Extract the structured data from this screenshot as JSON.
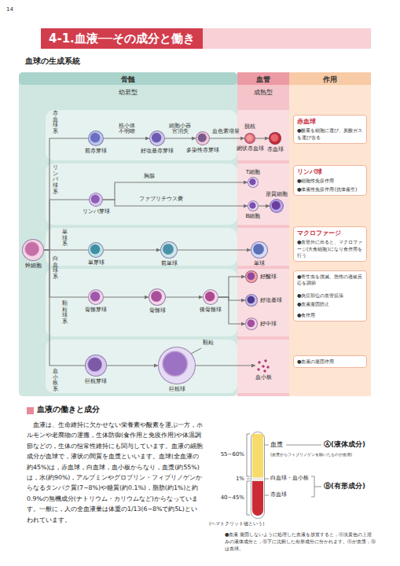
{
  "diagram": {
    "title": "4-1.血液──その成分と働き",
    "caption": "●血液 凝固しないように処理した血液を放置すると，Ⓐ淡黄色の上澄みの液体成分と，Ⓑ下に沈殿した有形成分に分かれます。Ⓐが血漿，Ⓑは血球。",
    "nodes": [
      {
        "text": [
          "骨髄",
          "幼若型"
        ]
      },
      {
        "text": [
          "血管",
          "成熟型"
        ]
      },
      {
        "text": [
          "作用"
        ]
      },
      {
        "text": [
          "幹細胞"
        ],
        "in": 0
      },
      {
        "text": [
          "前赤芽球"
        ],
        "in": 0
      },
      {
        "text": [
          "好塩基赤芽球"
        ],
        "in": 0
      },
      {
        "text": [
          "多染性赤芽球"
        ],
        "in": 0
      },
      {
        "text": [
          "網状赤血球"
        ],
        "in": 1
      },
      {
        "text": [
          "赤血球"
        ],
        "in": 1
      },
      {
        "text": [
          "赤血球",
          "●酸素を細胞に運び、炭酸ガスを運び去る"
        ],
        "in": 2
      },
      {
        "text": [
          "リンパ芽球"
        ],
        "in": 0
      },
      {
        "text": [
          "T細胞"
        ],
        "in": 1
      },
      {
        "text": [
          "B細胞"
        ],
        "in": 1
      },
      {
        "text": [
          "形質細胞"
        ],
        "in": 1
      },
      {
        "text": [
          "リンパ球",
          "●細胞性免疫作用",
          "●体液性免疫作用(抗体産生)"
        ],
        "in": 2
      },
      {
        "text": [
          "単芽球"
        ],
        "in": 0
      },
      {
        "text": [
          "前単球"
        ],
        "in": 0
      },
      {
        "text": [
          "単球"
        ],
        "in": 1
      },
      {
        "text": [
          "マクロファージ",
          "●血管外に出ると、マクロファージ(大食細胞)になり食作用を行う"
        ],
        "in": 2
      },
      {
        "text": [
          "骨髄芽球"
        ],
        "in": 0
      },
      {
        "text": [
          "骨髄球"
        ],
        "in": 0
      },
      {
        "text": [
          "後骨髄球"
        ],
        "in": 0
      },
      {
        "text": [
          "好酸球"
        ],
        "in": 1
      },
      {
        "text": [
          "好塩基球"
        ],
        "in": 1
      },
      {
        "text": [
          "好中球"
        ],
        "in": 1
      },
      {
        "text": [
          "●寄生虫を撲滅、急性の過敏反応を調節",
          "●炎症部位の血管拡張",
          "●血液凝固防止",
          "●食作用"
        ],
        "in": 2
      },
      {
        "text": [
          "巨核芽球"
        ],
        "in": 0
      },
      {
        "text": [
          "巨核球"
        ],
        "in": 0
      },
      {
        "text": [
          "血小板"
        ],
        "in": 1
      },
      {
        "text": [
          "●血液の凝固作用"
        ],
        "in": 2
      }
    ],
    "edges": [
      {
        "from": 3,
        "to": 4,
        "arrow": "none"
      },
      {
        "from": 3,
        "to": 10,
        "arrow": "none"
      },
      {
        "from": 3,
        "to": 15,
        "arrow": "none"
      },
      {
        "from": 3,
        "to": 19,
        "arrow": "none"
      },
      {
        "from": 3,
        "to": 26,
        "arrow": "none"
      },
      {
        "from": 4,
        "to": 5,
        "label": "核小体不明瞭",
        "arrow": "to"
      },
      {
        "from": 5,
        "to": 6,
        "label": "細胞小器官消失",
        "arrow": "to"
      },
      {
        "from": 6,
        "to": 7,
        "label": "血色素増量",
        "arrow": "to"
      },
      {
        "from": 7,
        "to": 8,
        "arrow": "to"
      },
      {
        "from": 10,
        "to": 11,
        "label": "胸腺",
        "arrow": "to"
      },
      {
        "from": 10,
        "to": 12,
        "label": "ファブリチウス嚢",
        "arrow": "to"
      },
      {
        "from": 12,
        "to": 13,
        "arrow": "to"
      },
      {
        "from": 15,
        "to": 16,
        "arrow": "to"
      },
      {
        "from": 16,
        "to": 17,
        "arrow": "to"
      },
      {
        "from": 19,
        "to": 20,
        "arrow": "to"
      },
      {
        "from": 20,
        "to": 21,
        "arrow": "to"
      },
      {
        "from": 21,
        "to": 22,
        "arrow": "to"
      },
      {
        "from": 21,
        "to": 23,
        "arrow": "to"
      },
      {
        "from": 21,
        "to": 24,
        "arrow": "to"
      },
      {
        "from": 26,
        "to": 27,
        "arrow": "to"
      },
      {
        "from": 27,
        "to": 28,
        "arrow": "to"
      }
    ],
    "labels": [
      "14",
      "血球の生成系統",
      "赤血球系",
      "リンパ球系",
      "白血球系",
      "単球系",
      "顆粒球系",
      "血小板系",
      "脱核",
      "顆粒",
      "血液の働きと成分",
      "血液は、生命維持に欠かせない栄養素や酸素を運ぶ一方，ホルモンや老廃物の運搬，生体防御(食作用と免疫作用)や体温調節などの，生体の恒常性維持にも関与しています。血液の細胞成分が血球で，液状の間質を血漿といいます。血球(全血液の約45%)は，赤血球，白血球，血小板からなり，血漿(約55%)は，水(約90%)，アルブミンやグロブリン・フィブリノゲンからなるタンパク質(7~8%)や糖質(約0.1%)，脂肪(約1%)と約0.9%の無機成分(ナトリウム・カリウムなど)からなっています。一般に，人の全血液量は体重の1/13(6~8%で約5L)といわれています。",
      "55~60%",
      "1%",
      "40~45%",
      "(ヘマトクリット値という)",
      "血漿",
      "(血漿からフィブリノゲンを除いたものが血清)",
      "白血球・血小板",
      "赤血球",
      "Ⓐ(液体成分)",
      "Ⓑ(有形成分)"
    ]
  }
}
